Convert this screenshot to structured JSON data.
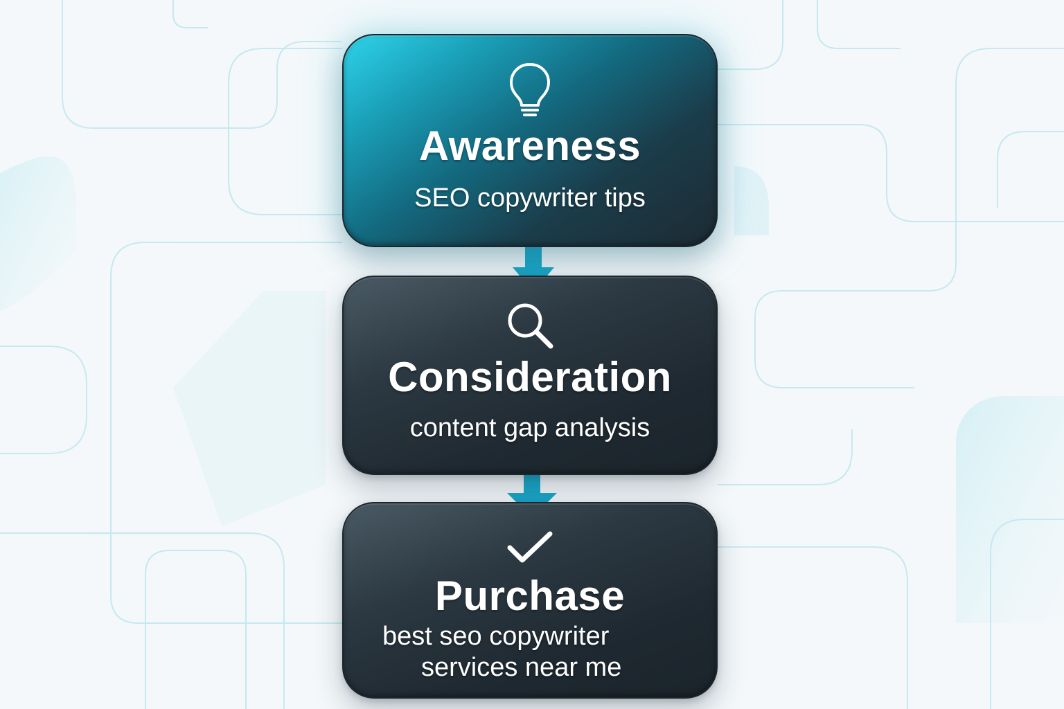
{
  "funnel": {
    "stages": [
      {
        "icon": "lightbulb-icon",
        "title": "Awareness",
        "keyword": "SEO copywriter tips"
      },
      {
        "icon": "magnifying-glass-icon",
        "title": "Consideration",
        "keyword": "content gap analysis"
      },
      {
        "icon": "checkmark-icon",
        "title": "Purchase",
        "keyword_line1": "best seo copywriter",
        "keyword_line2": "services near me"
      }
    ]
  },
  "colors": {
    "accent": "#2ed3ea",
    "arrow": "#1ba7c8",
    "card_dark": "#1f2931",
    "background": "#f4f8fa",
    "background_lines": "#bfe6ef"
  }
}
